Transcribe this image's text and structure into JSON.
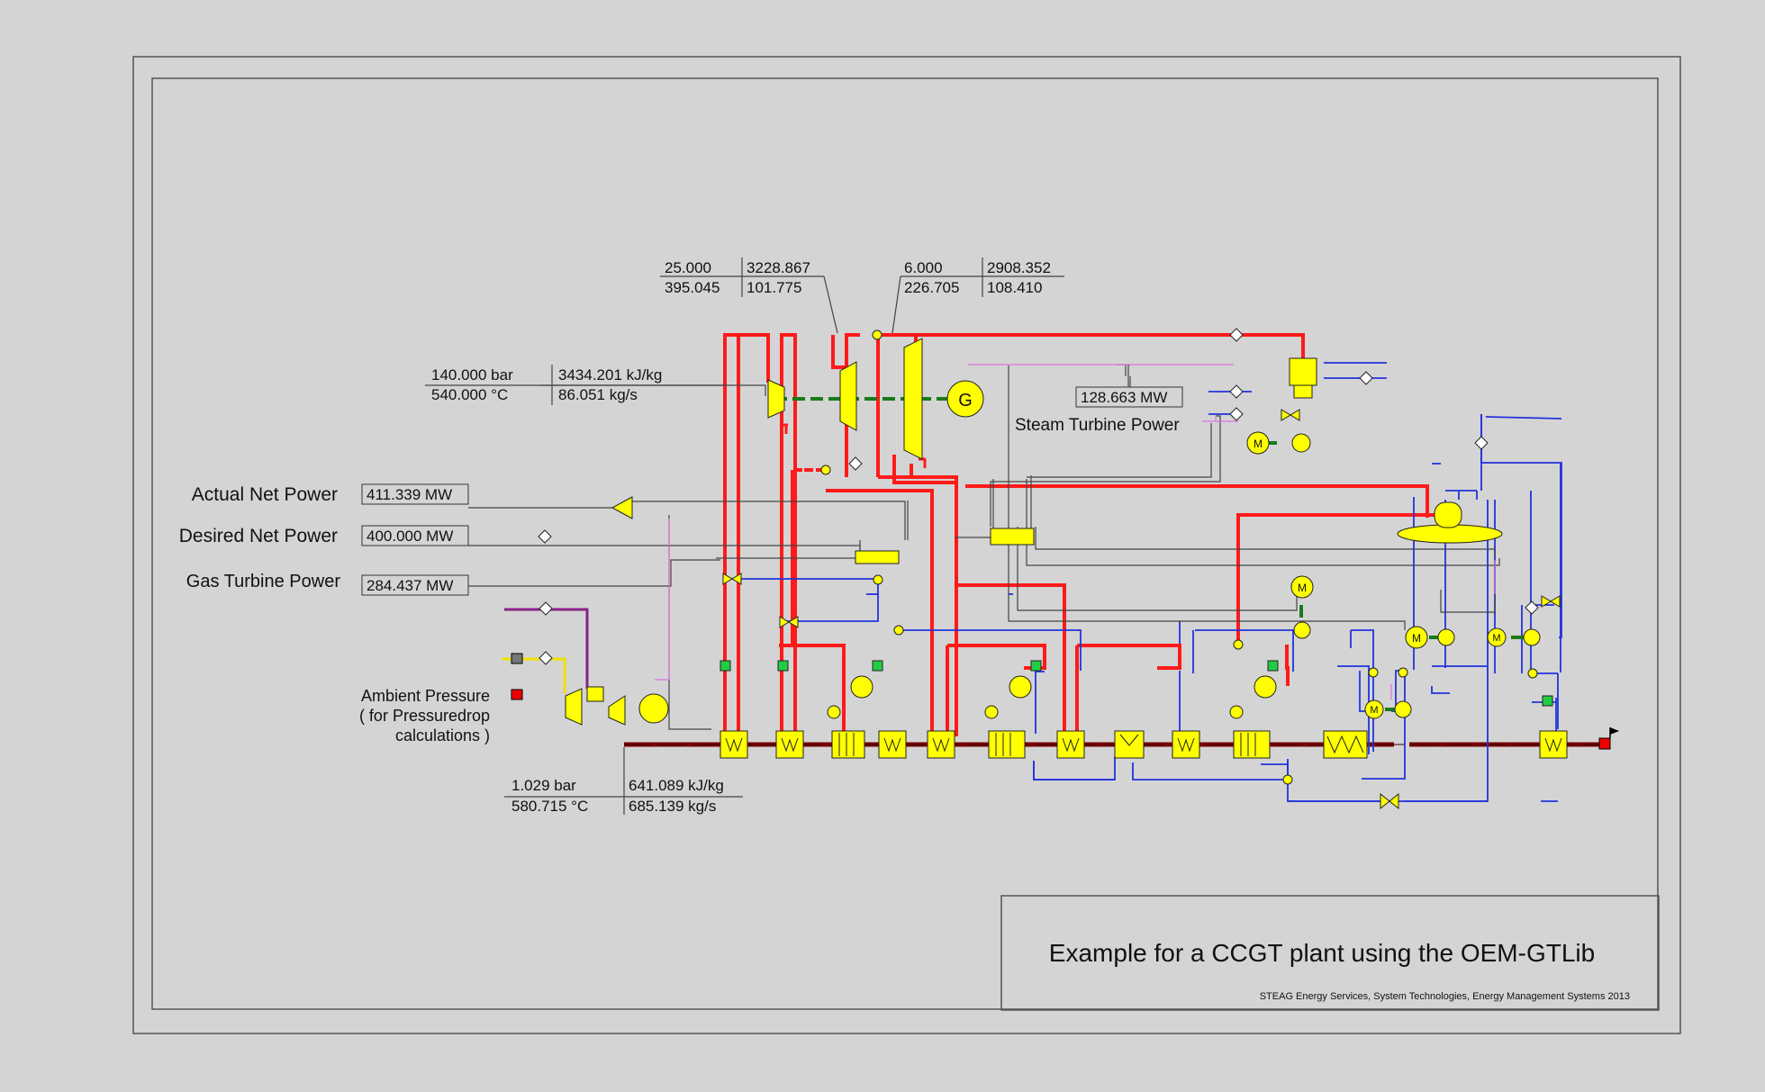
{
  "title": "Example for a CCGT plant using the OEM-GTLib",
  "credit": "STEAG Energy Services, System Technologies, Energy Management Systems 2013",
  "power": {
    "actual_label": "Actual Net Power",
    "actual_value": "411.339 MW",
    "desired_label": "Desired Net Power",
    "desired_value": "400.000 MW",
    "gas_label": "Gas Turbine Power",
    "gas_value": "284.437 MW",
    "steam_label": "Steam Turbine Power",
    "steam_value": "128.663 MW"
  },
  "ambient": {
    "line1": "Ambient Pressure",
    "line2": "( for Pressuredrop",
    "line3": "calculations )"
  },
  "hp_live_steam": {
    "p": "140.000 bar",
    "h": "3434.201 kJ/kg",
    "t": "540.000 °C",
    "m": "86.051 kg/s"
  },
  "ip_extraction": {
    "p": "25.000",
    "h": "3228.867",
    "t": "395.045",
    "m": "101.775"
  },
  "lp_extraction": {
    "p": "6.000",
    "h": "2908.352",
    "t": "226.705",
    "m": "108.410"
  },
  "gt_exhaust": {
    "p": "1.029 bar",
    "h": "641.089 kJ/kg",
    "t": "580.715 °C",
    "m": "685.139 kg/s"
  },
  "generator_label": "G",
  "motor_label": "M",
  "colors": {
    "background": "#d4d4d4",
    "live_steam": "#ff1a1a",
    "water": "#2233dd",
    "flue_gas": "#7a0000",
    "shaft": "#1a7a1a",
    "signal": "#444444",
    "power_signal": "#e070e0",
    "fuel": "#882288",
    "air": "#f0e000",
    "component_fill": "#ffff00"
  }
}
